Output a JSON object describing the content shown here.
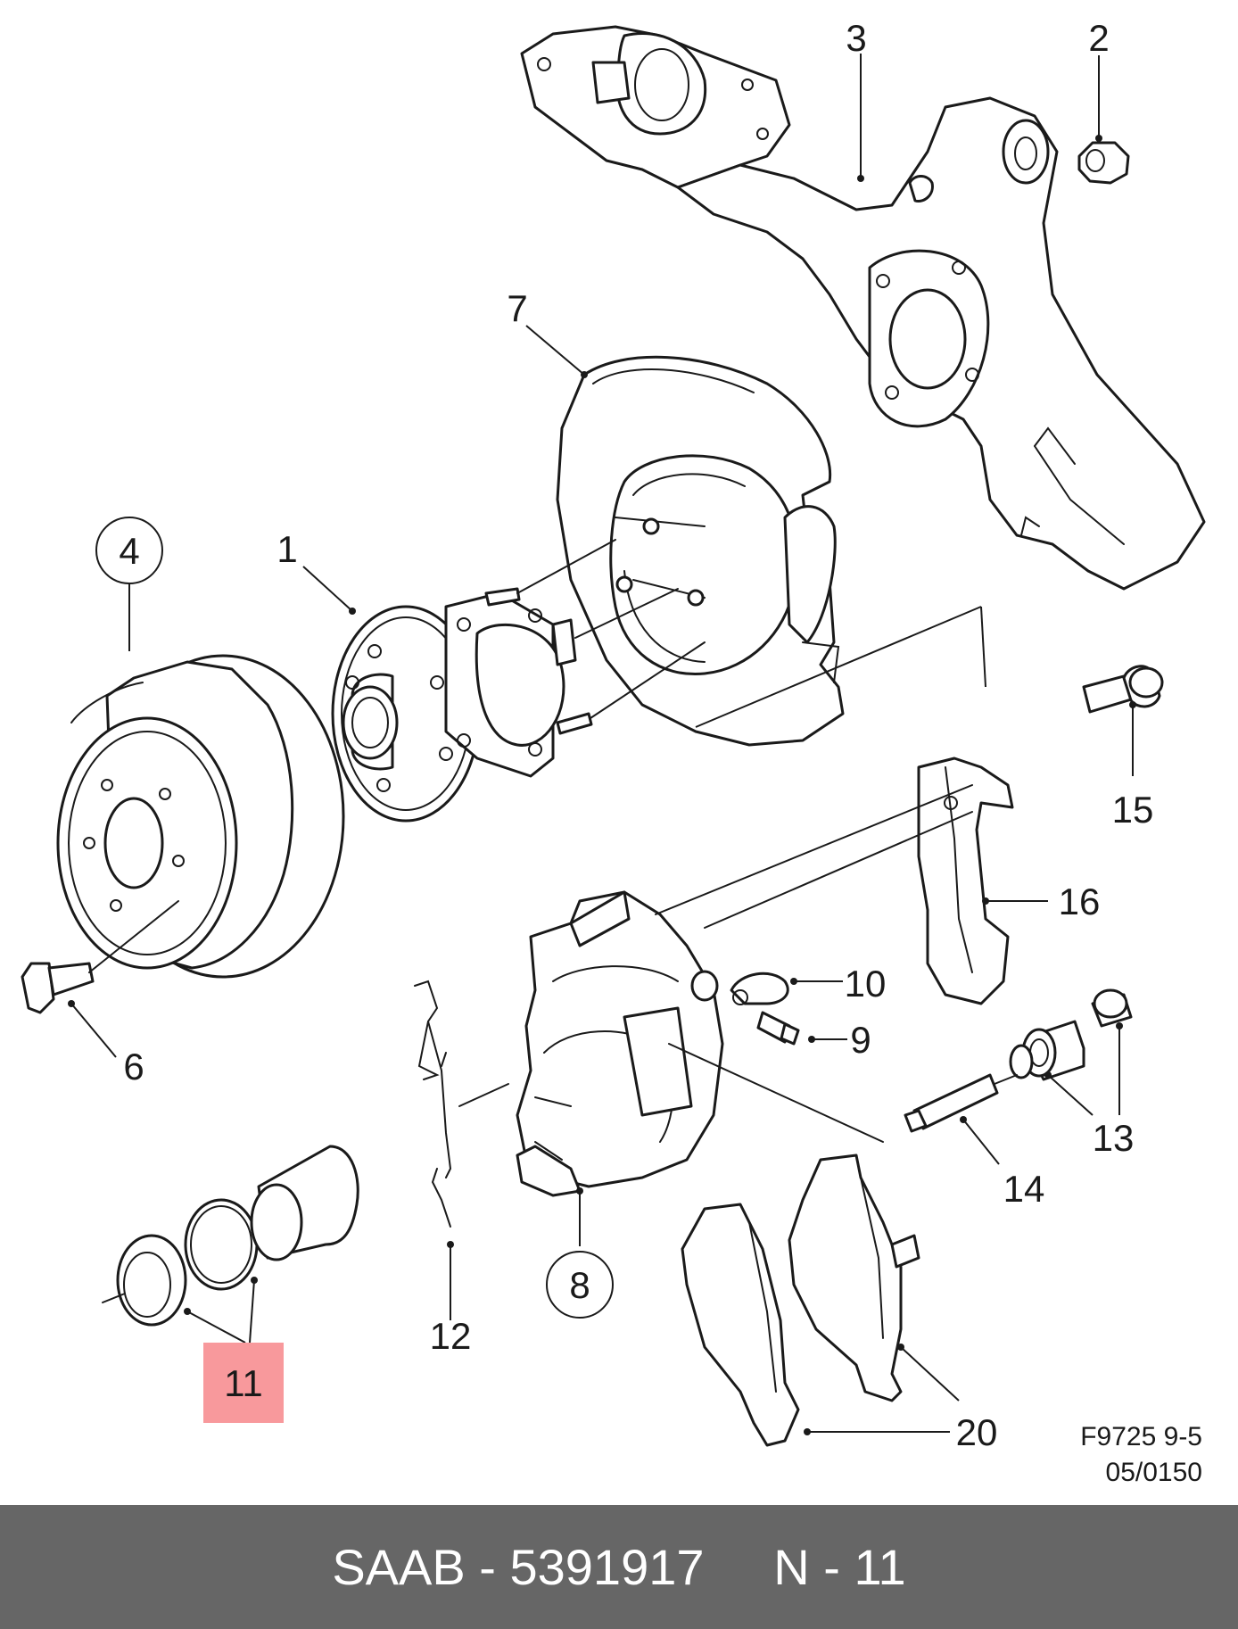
{
  "diagram": {
    "callouts": [
      {
        "id": "1",
        "label": "1"
      },
      {
        "id": "2",
        "label": "2"
      },
      {
        "id": "3",
        "label": "3"
      },
      {
        "id": "4",
        "label": "4"
      },
      {
        "id": "6",
        "label": "6"
      },
      {
        "id": "7",
        "label": "7"
      },
      {
        "id": "8",
        "label": "8"
      },
      {
        "id": "9",
        "label": "9"
      },
      {
        "id": "10",
        "label": "10"
      },
      {
        "id": "11",
        "label": "11"
      },
      {
        "id": "12",
        "label": "12"
      },
      {
        "id": "13",
        "label": "13"
      },
      {
        "id": "14",
        "label": "14"
      },
      {
        "id": "15",
        "label": "15"
      },
      {
        "id": "16",
        "label": "16"
      },
      {
        "id": "20",
        "label": "20"
      }
    ],
    "highlighted_callout": "11",
    "highlight_color": "#f8999c",
    "reference_code_line1": "F9725 9-5",
    "reference_code_line2": "05/0150"
  },
  "footer": {
    "text": "SAAB - 5391917     N - 11",
    "background_color": "#666666",
    "text_color": "#ffffff"
  }
}
